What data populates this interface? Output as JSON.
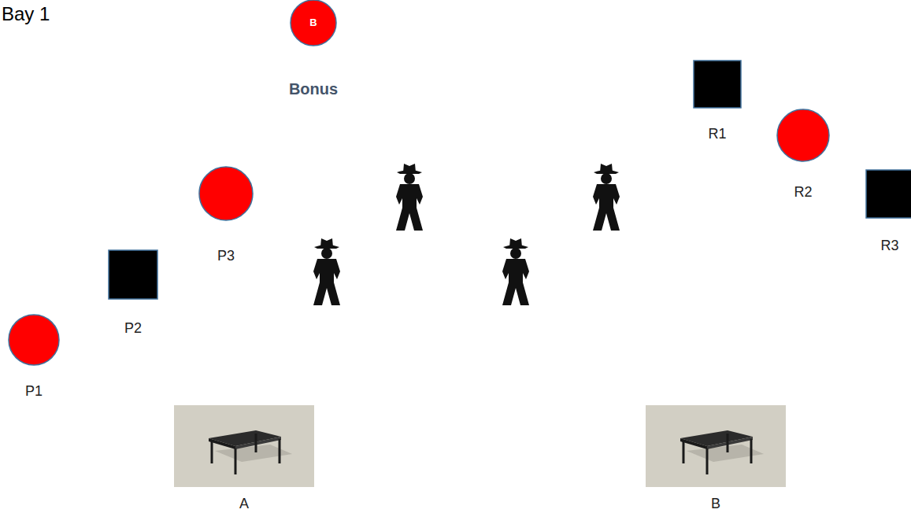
{
  "diagram": {
    "title": "Bay 1",
    "nodes": [
      {
        "text": [
          "B",
          "Bonus"
        ]
      },
      {
        "text": [
          "R1"
        ]
      },
      {
        "text": [
          "R2"
        ]
      },
      {
        "text": [
          "P3"
        ]
      },
      {
        "text": [
          "R3"
        ]
      },
      {
        "text": [
          "P2"
        ]
      },
      {
        "text": [
          "P1"
        ]
      },
      {
        "text": [
          "A"
        ]
      },
      {
        "text": [
          "B"
        ]
      }
    ]
  }
}
